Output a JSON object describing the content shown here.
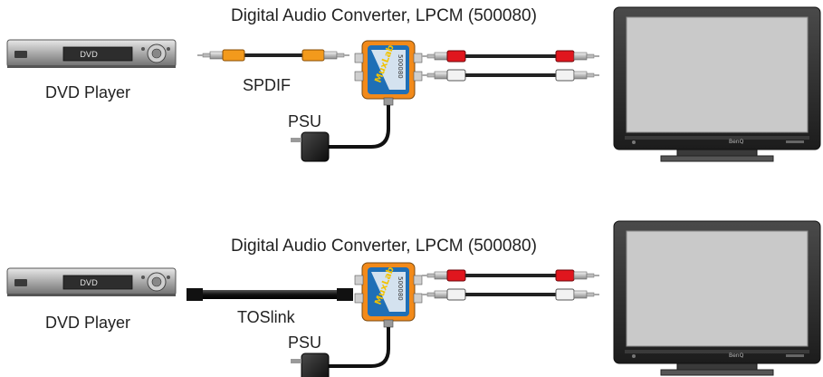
{
  "diagrams": [
    {
      "title": "Digital Audio Converter, LPCM (500080)",
      "source_label": "DVD Player",
      "source_display": "DVD",
      "cable_label": "SPDIF",
      "psu_label": "PSU",
      "converter_brand": "MuxLab",
      "converter_model": "500080"
    },
    {
      "title": "Digital Audio Converter, LPCM (500080)",
      "source_label": "DVD Player",
      "source_display": "DVD",
      "cable_label": "TOSlink",
      "psu_label": "PSU",
      "converter_brand": "MuxLab",
      "converter_model": "500080"
    }
  ],
  "tv_brand": "BenQ",
  "colors": {
    "rca_orange": "#f39a1c",
    "rca_red": "#e0161e",
    "rca_white": "#f2f2f2",
    "converter_blue": "#1f6fb6",
    "converter_orange": "#f28a1a",
    "screen_gray": "#c9c9c9",
    "bezel_dark": "#2a2a2a"
  }
}
